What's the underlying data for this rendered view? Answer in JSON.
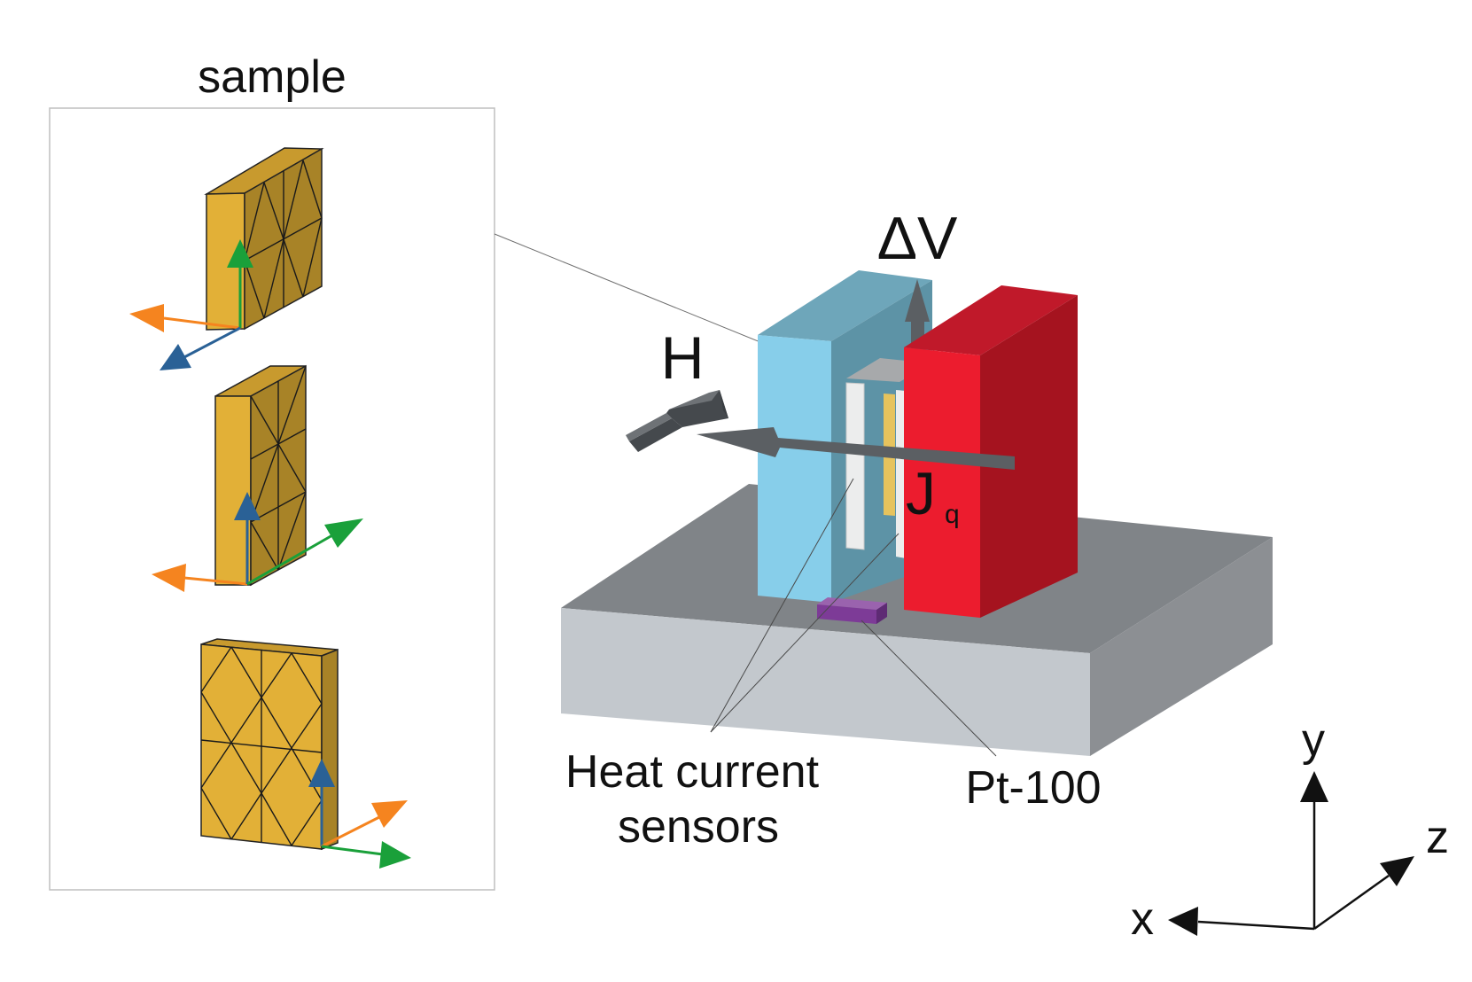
{
  "labels": {
    "sample": "sample",
    "delta_v": "ΔV",
    "field": "H",
    "heat_flux": "J",
    "heat_flux_sub": "q",
    "sensors_line1": "Heat current",
    "sensors_line2": "sensors",
    "thermometer": "Pt-100",
    "axis_x": "x",
    "axis_y": "y",
    "axis_z": "z"
  },
  "colors": {
    "gold_front": "#e2b037",
    "gold_side": "#a88327",
    "gold_top": "#c89a2e",
    "blue_front": "#87ceea",
    "blue_side": "#5d93a6",
    "red_front": "#ec1c2e",
    "red_side": "#a5131f",
    "base_top": "#808488",
    "base_front": "#c3c8cd",
    "base_side": "#8c8f93",
    "purple": "#7d3b97",
    "arrow_orange": "#f5841f",
    "arrow_green": "#1aa03a",
    "arrow_blue": "#2a6196",
    "arrow_gray": "#5b5f63"
  }
}
